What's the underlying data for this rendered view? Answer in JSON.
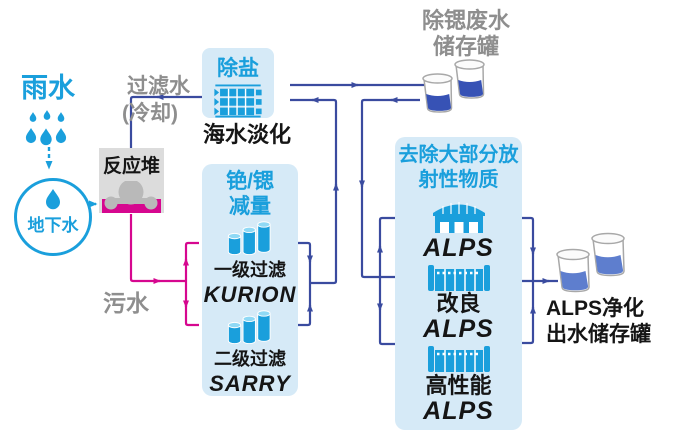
{
  "colors": {
    "accent_cyan": "#1A9FDC",
    "line_navy": "#3A4B9F",
    "magenta": "#D6078F",
    "panel_blue": "#D6EAF7",
    "sr_tank_fill": "#3752B5",
    "alps_tank_fill": "#5E7ECE"
  },
  "rain": {
    "label": "雨水"
  },
  "groundwater": {
    "label": "地下水"
  },
  "reactor": {
    "label": "反应堆"
  },
  "flow_labels": {
    "filtered_water": "过滤水",
    "cooling": "(冷却)",
    "contaminated_water": "污水"
  },
  "desalination": {
    "title": "除盐",
    "subtitle": "海水淡化"
  },
  "cs_sr_unit": {
    "title_line1": "铯/锶",
    "title_line2": "减量",
    "stage1_label": "一级过滤",
    "stage1_system": "KURION",
    "stage2_label": "二级过滤",
    "stage2_system": "SARRY"
  },
  "alps_unit": {
    "title_line1": "去除大部分放",
    "title_line2": "射性物质",
    "system1_label": "ALPS",
    "system2_line1": "改良",
    "system2_line2": "ALPS",
    "system3_line1": "高性能",
    "system3_line2": "ALPS"
  },
  "sr_removed_tank": {
    "label_line1": "除锶废水",
    "label_line2": "储存罐"
  },
  "alps_output_tank": {
    "label_line1": "ALPS净化",
    "label_line2": "出水储存罐"
  }
}
